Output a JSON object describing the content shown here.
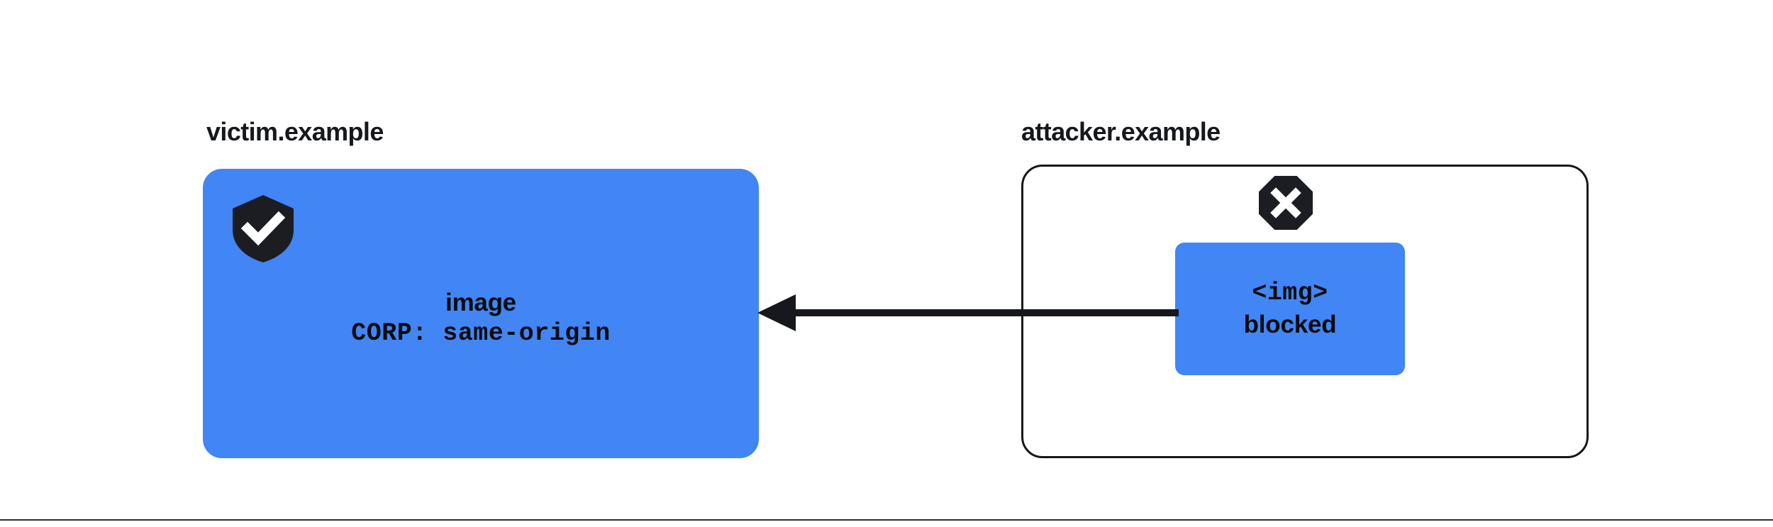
{
  "diagram": {
    "title_victim": "victim.example",
    "title_attacker": "attacker.example",
    "accent_blue": "#4285F4",
    "ink": "#16181D",
    "background": "#FFFFFF"
  },
  "victim": {
    "label": "victim.example",
    "icon": "shield-check-icon",
    "resource_line_1": "image",
    "resource_line_2": "CORP: same-origin"
  },
  "attacker": {
    "label": "attacker.example",
    "icon": "octagon-x-blocked-icon",
    "element_line_1": "<img>",
    "element_line_2": "blocked"
  },
  "arrow": {
    "name": "blocked-request-arrow",
    "direction": "right-to-left"
  }
}
